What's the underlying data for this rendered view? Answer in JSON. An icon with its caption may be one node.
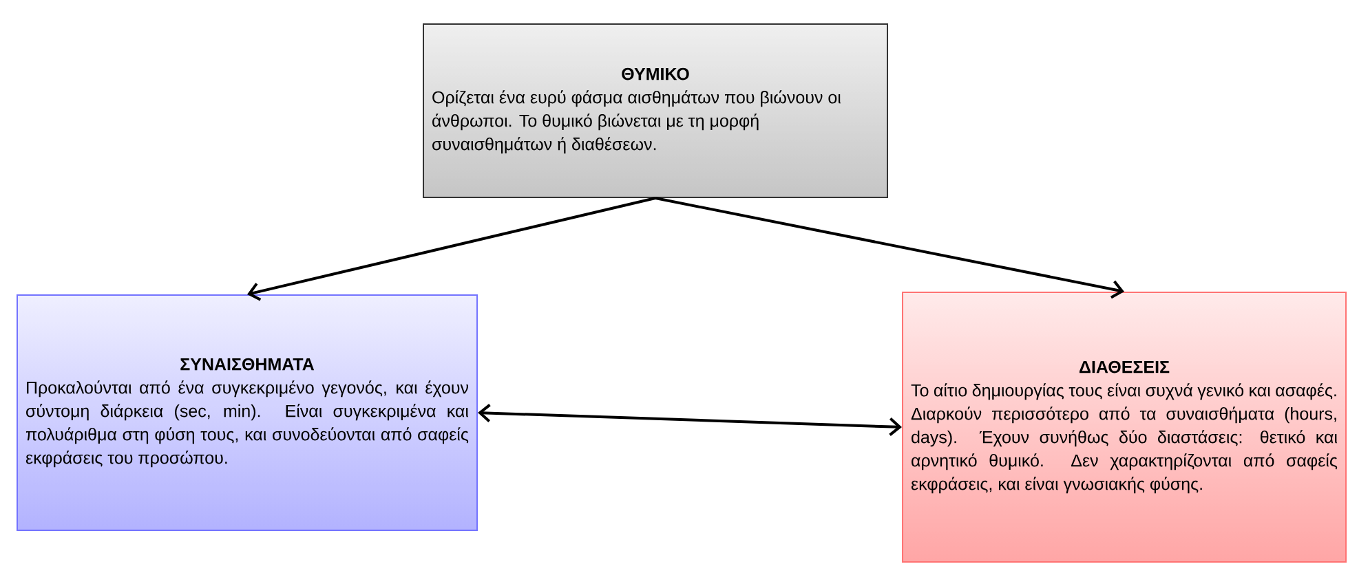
{
  "diagram": {
    "nodes": [
      {
        "text": [
          "ΘΥΜΙΚΟ",
          "Ορίζεται ένα ευρύ φάσμα αισθημάτων που βιώνουν οι άνθρωποι. Το θυμικό βιώνεται με τη μορφή συναισθημάτων ή διαθέσεων."
        ]
      },
      {
        "text": [
          "ΣΥΝΑΙΣΘΗΜΑΤΑ",
          "Προκαλούνται από ένα συγκεκριμένο γεγονός, και έχουν σύντομη διάρκεια (sec, min). Είναι συγκεκριμένα και πολυάριθμα στη φύση τους, και συνοδεύονται από σαφείς εκφράσεις του προσώπου."
        ]
      },
      {
        "text": [
          "ΔΙΑΘΕΣΕΙΣ",
          "Το αίτιο δημιουργίας τους είναι συχνά γενικό και ασαφές. Διαρκούν περισσότερο από τα συναισθήματα (hours, days). Έχουν συνήθως δύο διαστάσεις: θετικό και αρνητικό θυμικό. Δεν χαρακτηρίζονται από σαφείς εκφράσεις, και είναι γνωσιακής φύσης."
        ]
      }
    ],
    "edges": [
      {
        "from": 0,
        "to": 1,
        "arrow": "to"
      },
      {
        "from": 0,
        "to": 2,
        "arrow": "to"
      },
      {
        "from": 1,
        "to": 2,
        "arrow": "both"
      }
    ]
  }
}
